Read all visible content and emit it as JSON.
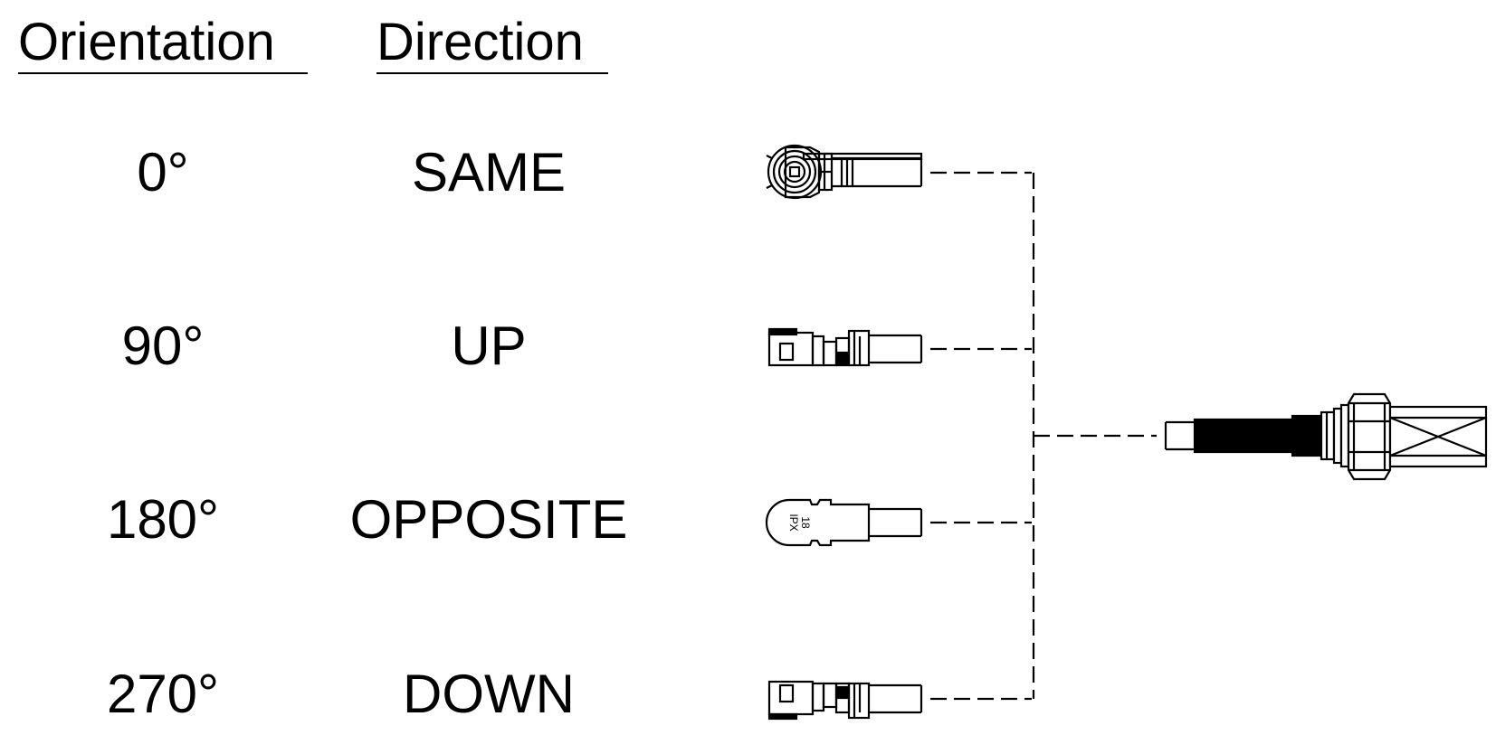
{
  "headers": {
    "orientation": "Orientation",
    "direction": "Direction"
  },
  "rows": [
    {
      "orientation": "0°",
      "direction": "SAME"
    },
    {
      "orientation": "90°",
      "direction": "UP"
    },
    {
      "orientation": "180°",
      "direction": "OPPOSITE"
    },
    {
      "orientation": "270°",
      "direction": "DOWN"
    }
  ],
  "connector_marking": {
    "line1": "18",
    "line2": "IPX"
  },
  "colors": {
    "ink": "#000000",
    "background": "#ffffff"
  },
  "icons": {
    "row0": "connector-same-icon",
    "row1": "connector-up-icon",
    "row2": "connector-opposite-icon",
    "row3": "connector-down-icon",
    "main": "sma-connector-icon"
  }
}
